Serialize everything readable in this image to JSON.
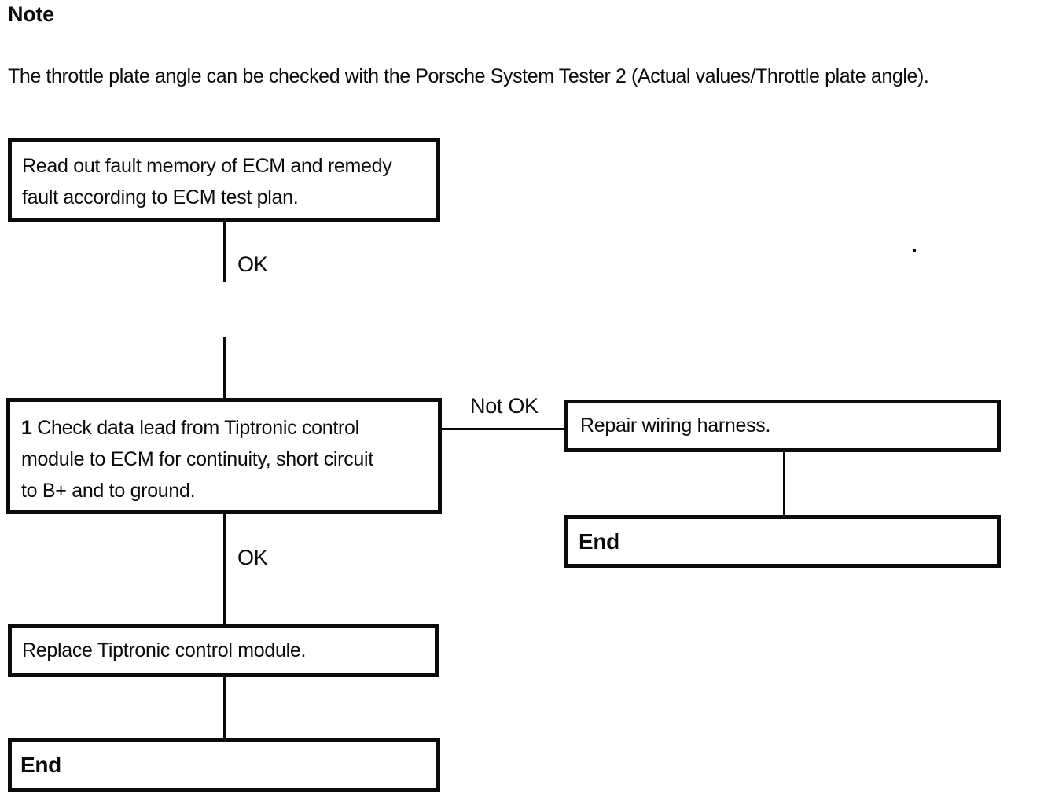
{
  "note": {
    "heading": "Note",
    "text": "The throttle plate angle can be checked with the Porsche System Tester 2 (Actual values/Throttle plate angle)."
  },
  "flow": {
    "read_fault": {
      "lines": [
        "Read out fault memory of ECM and remedy",
        "fault according to ECM test plan."
      ]
    },
    "check_lead": {
      "step_number": "1",
      "lines": [
        "Check data lead from Tiptronic control",
        "module to ECM for continuity, short circuit",
        "to B+ and to ground."
      ]
    },
    "repair": {
      "text": "Repair wiring harness."
    },
    "replace": {
      "text": "Replace Tiptronic control module."
    },
    "end_right": {
      "text": "End"
    },
    "end_left": {
      "text": "End"
    },
    "labels": {
      "ok_top": "OK",
      "ok_bottom": "OK",
      "not_ok": "Not OK"
    },
    "colors": {
      "ink": "#0b0b0b",
      "paper": "#ffffff"
    }
  }
}
